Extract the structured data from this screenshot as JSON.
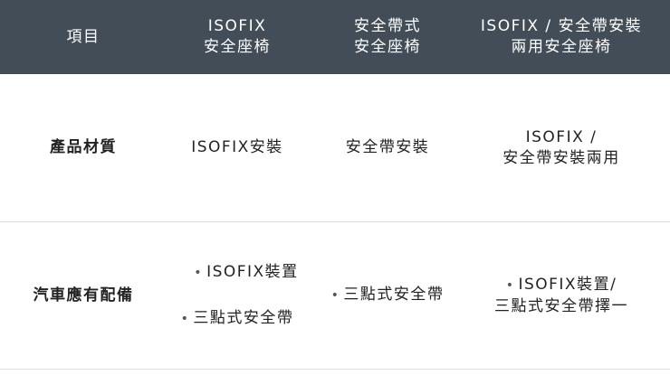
{
  "header": [
    "項目",
    "ISOFIX\n安全座椅",
    "安全帶式\n安全座椅",
    "ISOFIX / 安全帶安裝\n兩用安全座椅"
  ],
  "rows": [
    {
      "label": "產品材質",
      "cells": [
        [
          "ISOFIX安裝"
        ],
        [
          "安全帶安裝"
        ],
        [
          "ISOFIX /",
          "安全帶安裝兩用"
        ]
      ]
    },
    {
      "label": "汽車應有配備",
      "cells": [
        [
          "ISOFIX裝置",
          "三點式安全帶"
        ],
        [
          "三點式安全帶"
        ],
        [
          "ISOFIX裝置/",
          "三點式安全帶擇一"
        ]
      ]
    }
  ],
  "colors": {
    "header_bg": "#434d58",
    "header_text": "#ffffff",
    "divider": "#dddddd"
  }
}
